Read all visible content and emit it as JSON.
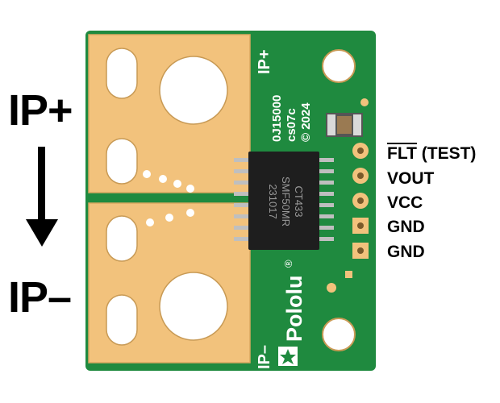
{
  "side_labels": {
    "top": "IP+",
    "bottom": "IP–"
  },
  "pin_labels": [
    {
      "overline": "FLT",
      "rest": " (TEST)"
    },
    {
      "text": "VOUT"
    },
    {
      "text": "VCC"
    },
    {
      "text": "GND"
    },
    {
      "text": "GND"
    }
  ],
  "board": {
    "ip_plus": "IP+",
    "ip_minus": "IP–",
    "part_number": "0J15000",
    "code": "cs07c",
    "copyright": "© 2024",
    "brand": "Pololu",
    "registered_mark": "®",
    "chip_text": [
      "CT433",
      "SMF50MR",
      "231017"
    ]
  },
  "colors": {
    "pcb": "#1f8a3f",
    "pad": "#f2c27c",
    "chip": "#1e1e1e",
    "silk": "#ffffff",
    "arrow": "#000000"
  }
}
